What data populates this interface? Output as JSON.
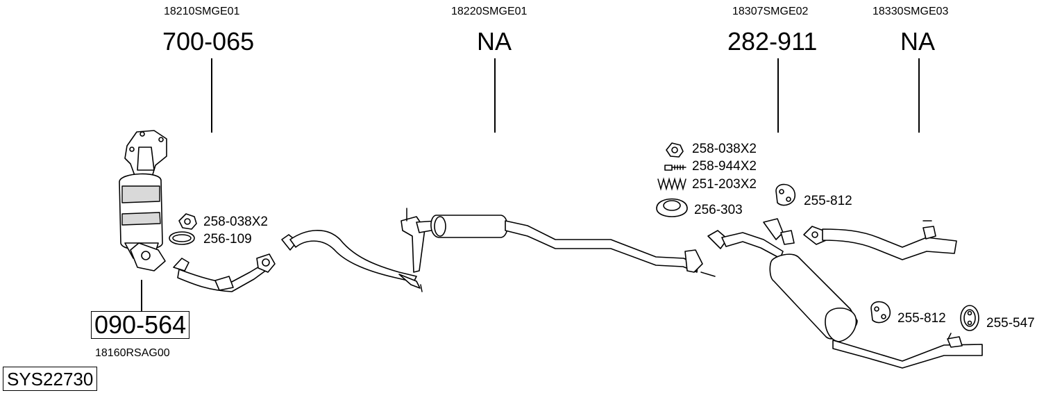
{
  "assemblies": [
    {
      "oem": "18210SMGE01",
      "part": "700-065"
    },
    {
      "oem": "18220SMGE01",
      "part": "NA"
    },
    {
      "oem": "18307SMGE02",
      "part": "282-911"
    },
    {
      "oem": "18330SMGE03",
      "part": "NA"
    }
  ],
  "catalyst": {
    "part": "090-564",
    "oem": "18160RSAG00"
  },
  "accessories": {
    "front_nut": "258-038X2",
    "front_gasket": "256-109",
    "rear_nut": "258-038X2",
    "rear_bolt": "258-944X2",
    "rear_spring": "251-203X2",
    "rear_gasket": "256-303",
    "hanger_top": "255-812",
    "hanger_bottom": "255-812",
    "hanger_right": "255-547"
  },
  "system_code": "SYS22730"
}
